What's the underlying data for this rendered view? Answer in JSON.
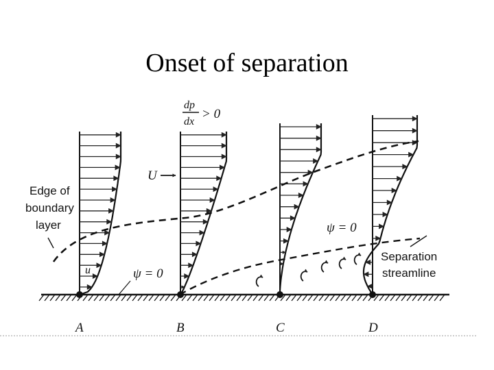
{
  "title": "Onset of separation",
  "stations": [
    "A",
    "B",
    "C",
    "D"
  ],
  "pressure_gradient": {
    "dp": "dp",
    "dx": "dx",
    "relation": "> 0"
  },
  "freestream_label": "U",
  "local_velocity_label": "u",
  "edge_label": [
    "Edge of",
    "boundary",
    "layer"
  ],
  "psi_label_1": "ψ = 0",
  "psi_label_2": "ψ = 0",
  "separation_label": [
    "Separation",
    "streamline"
  ]
}
